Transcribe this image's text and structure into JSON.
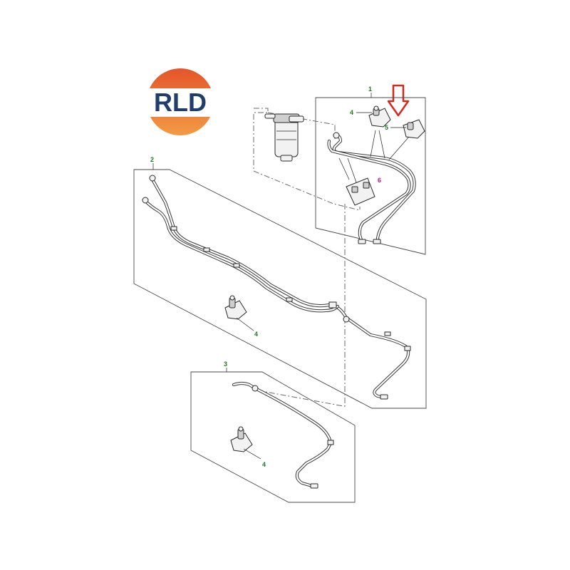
{
  "logo": {
    "text": "RLD",
    "colors": {
      "ring_top": "#e8632a",
      "ring_bottom": "#f08a3c",
      "band": "#ffffff",
      "text": "#1f3e6b"
    }
  },
  "callouts": {
    "assembly_1": "1",
    "assembly_2": "2",
    "assembly_3": "3",
    "clip_4_top": "4",
    "clip_4_middle": "4",
    "clip_4_bottom": "4",
    "clip_5": "5",
    "bracket_6": "6"
  },
  "colors": {
    "callout_green": "#1f7a1f",
    "callout_highlight": "#c4127a",
    "arrow_red": "#d42a1e",
    "line": "#3a3a3a"
  },
  "icons": {
    "arrow": "arrow-down-icon"
  }
}
